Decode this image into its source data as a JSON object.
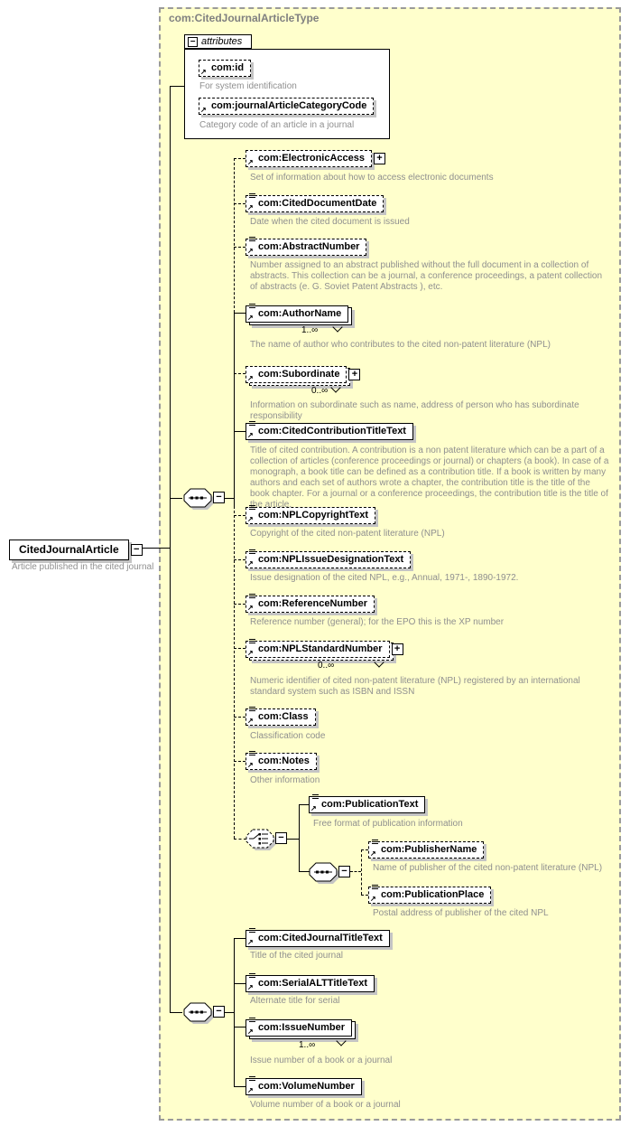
{
  "title": "com:CitedJournalArticleType",
  "icons": {
    "plus": "+",
    "minus": "−",
    "ref_arrow": "↗"
  },
  "root": {
    "name": "CitedJournalArticle",
    "annotation": "Article published in the cited journal"
  },
  "attributes_section": {
    "label": "attributes",
    "items": [
      {
        "name": "com:id",
        "annotation": "For system identification"
      },
      {
        "name": "com:journalArticleCategoryCode",
        "annotation": "Category code of an article in a journal"
      }
    ]
  },
  "sequence1": {
    "children": [
      {
        "name": "com:ElectronicAccess",
        "annotation": "Set of information about how to access electronic documents"
      },
      {
        "name": "com:CitedDocumentDate",
        "annotation": "Date when the cited document is issued"
      },
      {
        "name": "com:AbstractNumber",
        "annotation": "Number assigned to an abstract published without the full document in a collection of abstracts. This collection can be a journal, a conference proceedings, a patent collection of abstracts (e. G. Soviet Patent Abstracts ), etc."
      },
      {
        "name": "com:AuthorName",
        "occurrence": "1..∞",
        "annotation": "The name of author who contributes to the cited non-patent literature (NPL)"
      },
      {
        "name": "com:Subordinate",
        "occurrence": "0..∞",
        "annotation": "Information on subordinate such as name, address of person who has subordinate responsibility"
      },
      {
        "name": "com:CitedContributionTitleText",
        "annotation": "Title of cited contribution. A contribution is a non patent literature which can be a part of a collection of articles (conference proceedings or journal) or chapters (a book). In case of a monograph, a book title can be defined as a contribution title. If a book is written by many authors and each set of authors wrote a chapter, the contribution title is the title of the book chapter. For a journal or a conference proceedings, the contribution title is the title of the article."
      },
      {
        "name": "com:NPLCopyrightText",
        "annotation": "Copyright of the cited non-patent literature (NPL)"
      },
      {
        "name": "com:NPLIssueDesignationText",
        "annotation": "Issue designation of the cited NPL, e.g., Annual, 1971-, 1890-1972."
      },
      {
        "name": "com:ReferenceNumber",
        "annotation": "Reference number (general); for the EPO this is the XP number"
      },
      {
        "name": "com:NPLStandardNumber",
        "occurrence": "0..∞",
        "annotation": "Numeric identifier of cited non-patent literature (NPL) registered by an international standard system such as ISBN and ISSN"
      },
      {
        "name": "com:Class",
        "annotation": "Classification code"
      },
      {
        "name": "com:Notes",
        "annotation": "Other information"
      }
    ]
  },
  "choice": {
    "children": [
      {
        "name": "com:PublicationText",
        "annotation": "Free format of publication information"
      }
    ],
    "sequence": {
      "children": [
        {
          "name": "com:PublisherName",
          "annotation": "Name of publisher of the cited non-patent literature (NPL)"
        },
        {
          "name": "com:PublicationPlace",
          "annotation": "Postal address of publisher of the cited NPL"
        }
      ]
    }
  },
  "sequence2": {
    "children": [
      {
        "name": "com:CitedJournalTitleText",
        "annotation": "Title of the cited journal"
      },
      {
        "name": "com:SerialALTTitleText",
        "annotation": "Alternate title for serial"
      },
      {
        "name": "com:IssueNumber",
        "occurrence": "1..∞",
        "annotation": "Issue number of a book or a journal"
      },
      {
        "name": "com:VolumeNumber",
        "annotation": "Volume number of a book or a journal"
      }
    ]
  }
}
